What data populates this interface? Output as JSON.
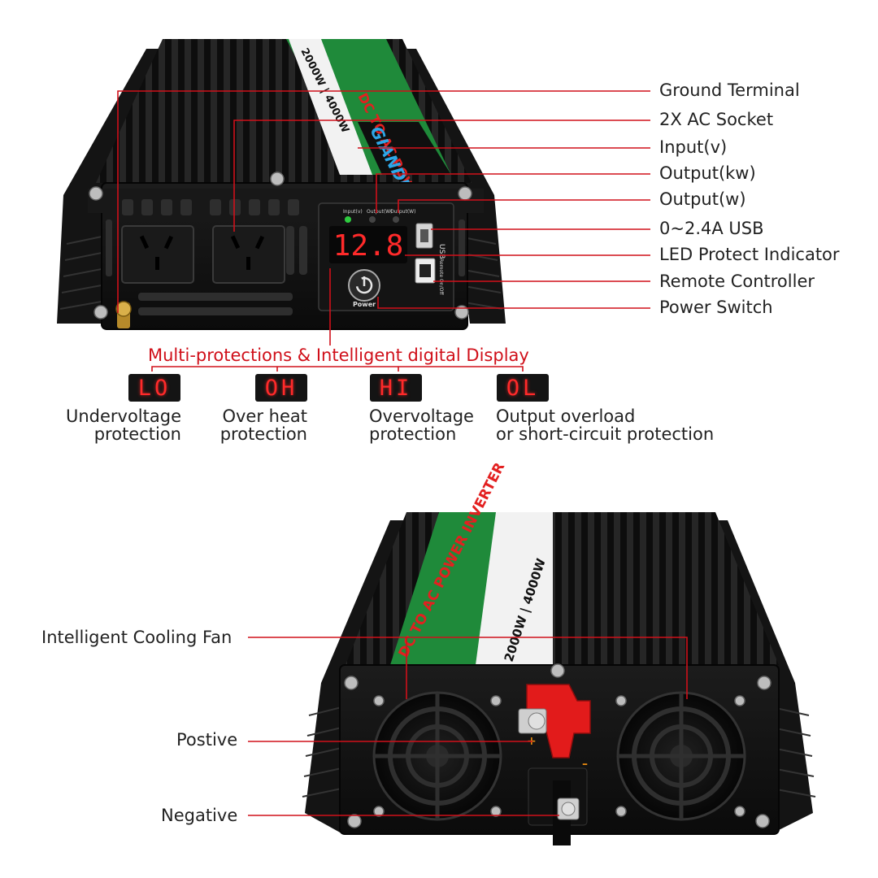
{
  "top_device": {
    "brand": "GIANDEL",
    "banner": "DC TO AC POWER INVERTER",
    "rating": "2000W | 4000W",
    "display_reading": "12.8",
    "indicator_labels": [
      "Input(v)",
      "Output(W)",
      "Output(W)"
    ],
    "usb_label": "USB",
    "remote_label": "Remote On/Off",
    "power_label": "Power"
  },
  "callouts": {
    "ground_terminal": "Ground Terminal",
    "ac_socket": "2X AC Socket",
    "input_v": "Input(v)",
    "output_kw": "Output(kw)",
    "output_w": "Output(w)",
    "usb": "0~2.4A USB",
    "led_protect": "LED Protect Indicator",
    "remote_controller": "Remote Controller",
    "power_switch": "Power Switch"
  },
  "protections": {
    "headline": "Multi-protections & Intelligent digital Display",
    "items": [
      {
        "code": "LO",
        "line1": "Undervoltage",
        "line2": "protection"
      },
      {
        "code": "OH",
        "line1": "Over heat",
        "line2": "protection"
      },
      {
        "code": "HI",
        "line1": "Overvoltage",
        "line2": "protection"
      },
      {
        "code": "OL",
        "line1": "Output overload",
        "line2": "or short-circuit protection"
      }
    ]
  },
  "bottom_device": {
    "banner": "DC TO AC POWER INVERTER",
    "rating": "2000W | 4000W",
    "plus_sign": "+",
    "minus_sign": "–",
    "callouts": {
      "cooling_fan": "Intelligent  Cooling Fan",
      "positive": "Postive",
      "negative": "Negative"
    }
  },
  "colors": {
    "accent_red": "#d0101a",
    "led_red": "#ff2a2a",
    "banner_green": "#1f8a3a",
    "body_black": "#121212"
  }
}
